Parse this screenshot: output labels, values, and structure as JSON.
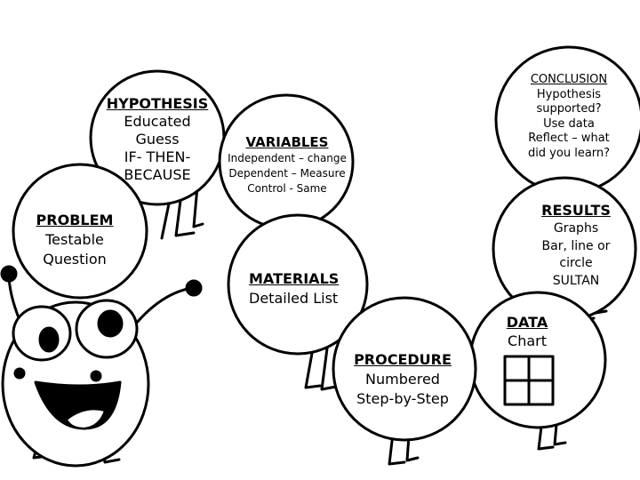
{
  "segments": {
    "problem": {
      "title": "PROBLEM",
      "lines": [
        "Testable",
        "Question"
      ]
    },
    "hypothesis": {
      "title": "HYPOTHESIS",
      "lines": [
        "Educated",
        "Guess",
        "IF- THEN-",
        "BECAUSE"
      ]
    },
    "variables": {
      "title": "VARIABLES",
      "lines": [
        "Independent – change",
        "Dependent – Measure",
        "Control - Same"
      ]
    },
    "conclusion": {
      "title": "CONCLUSION",
      "lines": [
        "Hypothesis",
        "supported?",
        "Use data",
        "Reflect – what",
        "did you learn?"
      ]
    },
    "results": {
      "title": "RESULTS",
      "lines": [
        "Graphs",
        "Bar, line or",
        "circle",
        "SULTAN"
      ]
    },
    "materials": {
      "title": "MATERIALS",
      "lines": [
        "Detailed List"
      ]
    },
    "data": {
      "title": "DATA",
      "lines": [
        "Chart"
      ]
    },
    "procedure": {
      "title": "PROCEDURE",
      "lines": [
        "Numbered",
        "Step-by-Step"
      ]
    }
  },
  "colors": {
    "ink": "#000000",
    "paper": "#ffffff"
  }
}
